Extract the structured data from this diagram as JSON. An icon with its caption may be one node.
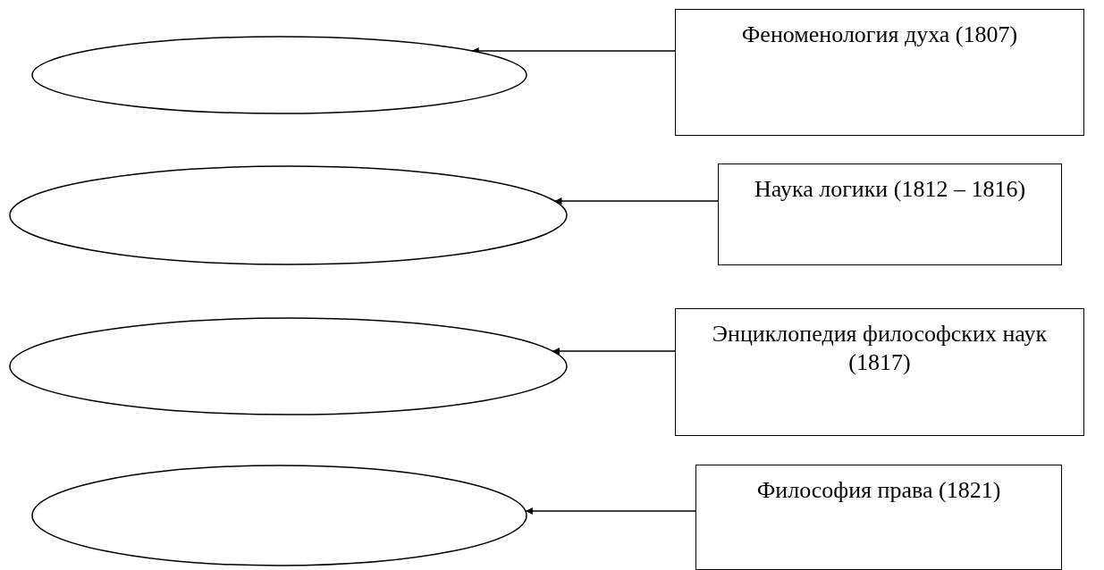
{
  "diagram": {
    "nodes": [
      {
        "text": [],
        "shape": "ellipse"
      },
      {
        "text": [
          "Феноменология духа (1807)"
        ]
      },
      {
        "text": [],
        "shape": "ellipse"
      },
      {
        "text": [
          "Наука логики (1812 – 1816)"
        ]
      },
      {
        "text": [],
        "shape": "ellipse"
      },
      {
        "text": [
          "Энциклопедия философских наук (1817)"
        ]
      },
      {
        "text": [],
        "shape": "ellipse"
      },
      {
        "text": [
          "Философия права (1821)"
        ]
      }
    ],
    "edges": [
      {
        "from": 1,
        "to": 0,
        "arrow": "to"
      },
      {
        "from": 3,
        "to": 2,
        "arrow": "to"
      },
      {
        "from": 5,
        "to": 4,
        "arrow": "to"
      },
      {
        "from": 7,
        "to": 6,
        "arrow": "to"
      }
    ]
  }
}
